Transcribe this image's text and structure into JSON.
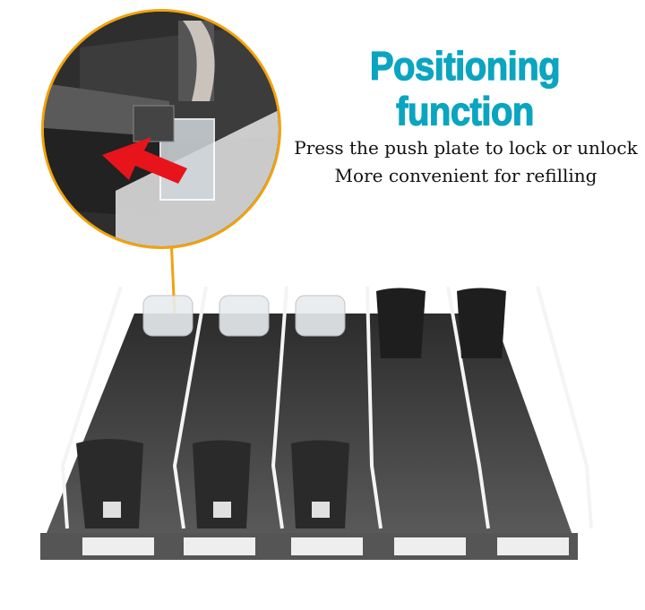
{
  "heading": {
    "title": "Positioning function",
    "title_color": "#0aa5c0"
  },
  "description": {
    "line1": "Press the push plate to lock or unlock",
    "line2": "More convenient for refilling"
  },
  "callout": {
    "ring_color": "#f2a20c",
    "arrow_color": "#e8141b",
    "subject": "push plate locking clip close-up"
  },
  "product": {
    "lanes": 5,
    "lanes_detail": [
      {
        "pusher": "black",
        "position": "front",
        "back_cup": "clear"
      },
      {
        "pusher": "black",
        "position": "front",
        "back_cup": "clear"
      },
      {
        "pusher": "black",
        "position": "front",
        "back_cup": "clear"
      },
      {
        "pusher": "black",
        "position": "back",
        "back_cup": "none"
      },
      {
        "pusher": "black",
        "position": "back",
        "back_cup": "none"
      }
    ],
    "tray_color": "#4a4a4a",
    "front_rail_color": "#e6e6e6"
  }
}
